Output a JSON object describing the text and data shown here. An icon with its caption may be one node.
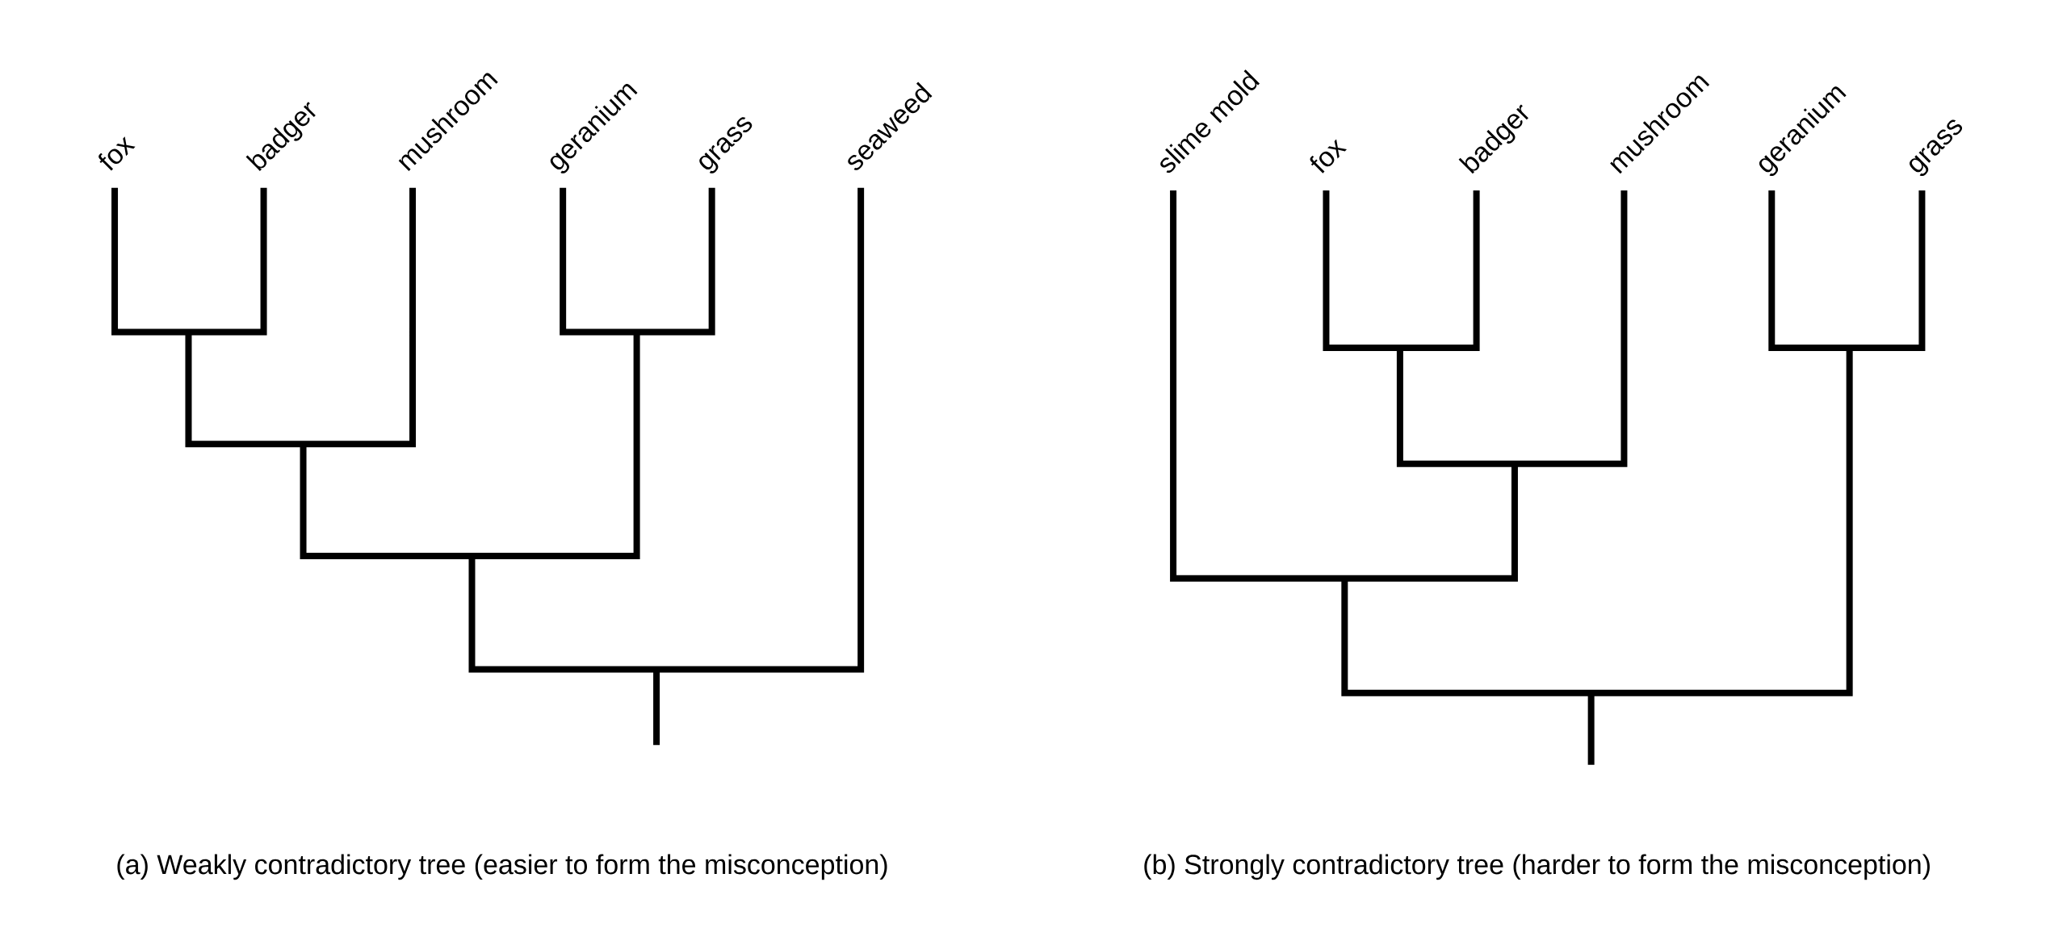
{
  "diagram": {
    "labels": [
      "fox",
      "badger",
      "mushroom",
      "geranium",
      "grass",
      "seaweed",
      "slime mold",
      "fox",
      "badger",
      "mushroom",
      "geranium",
      "grass",
      "(a) Weakly contradictory tree (easier to form the misconception)",
      "(b) Strongly contradictory tree (harder to form the misconception)"
    ]
  }
}
